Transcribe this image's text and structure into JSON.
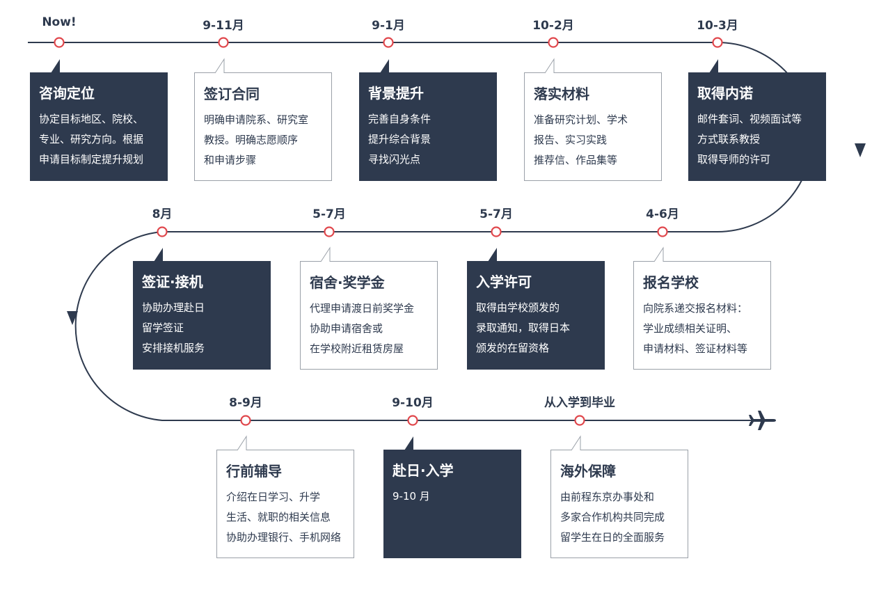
{
  "colors": {
    "navy": "#2e3a4e",
    "dot": "#e0474c",
    "border": "#9aa0a8"
  },
  "airplane_icon": "airplane-icon",
  "rows": [
    {
      "steps": [
        {
          "date": "Now!",
          "style": "dark",
          "title": "咨询定位",
          "lines": [
            "协定目标地区、院校、",
            "专业、研究方向。根据",
            "申请目标制定提升规划"
          ]
        },
        {
          "date": "9-11月",
          "style": "light",
          "title": "签订合同",
          "lines": [
            "明确申请院系、研究室",
            "教授。明确志愿顺序",
            "和申请步骤"
          ]
        },
        {
          "date": "9-1月",
          "style": "dark",
          "title": "背景提升",
          "lines": [
            "完善自身条件",
            "提升综合背景",
            "寻找闪光点"
          ]
        },
        {
          "date": "10-2月",
          "style": "light",
          "title": "落实材料",
          "lines": [
            "准备研究计划、学术",
            "报告、实习实践",
            "推荐信、作品集等"
          ]
        },
        {
          "date": "10-3月",
          "style": "dark",
          "title": "取得内诺",
          "lines": [
            "邮件套词、视频面试等",
            "方式联系教授",
            "取得导师的许可"
          ]
        }
      ]
    },
    {
      "steps": [
        {
          "date": "8月",
          "style": "dark",
          "title": "签证·接机",
          "lines": [
            "协助办理赴日",
            "留学签证",
            "安排接机服务"
          ]
        },
        {
          "date": "5-7月",
          "style": "light",
          "title": "宿舍·奖学金",
          "lines": [
            "代理申请渡日前奖学金",
            "协助申请宿舍或",
            "在学校附近租赁房屋"
          ]
        },
        {
          "date": "5-7月",
          "style": "dark",
          "title": "入学许可",
          "lines": [
            "取得由学校颁发的",
            "录取通知，取得日本",
            "颁发的在留资格"
          ]
        },
        {
          "date": "4-6月",
          "style": "light",
          "title": "报名学校",
          "lines": [
            "向院系递交报名材料：",
            "学业成绩相关证明、",
            "申请材料、签证材料等"
          ]
        }
      ]
    },
    {
      "steps": [
        {
          "date": "8-9月",
          "style": "light",
          "title": "行前辅导",
          "lines": [
            "介绍在日学习、升学",
            "生活、就职的相关信息",
            "协助办理银行、手机网络"
          ]
        },
        {
          "date": "9-10月",
          "style": "dark",
          "title": "赴日·入学",
          "lines": [
            "9-10 月"
          ]
        },
        {
          "date": "从入学到毕业",
          "style": "light",
          "title": "海外保障",
          "lines": [
            "由前程东京办事处和",
            "多家合作机构共同完成",
            "留学生在日的全面服务"
          ]
        }
      ]
    }
  ]
}
